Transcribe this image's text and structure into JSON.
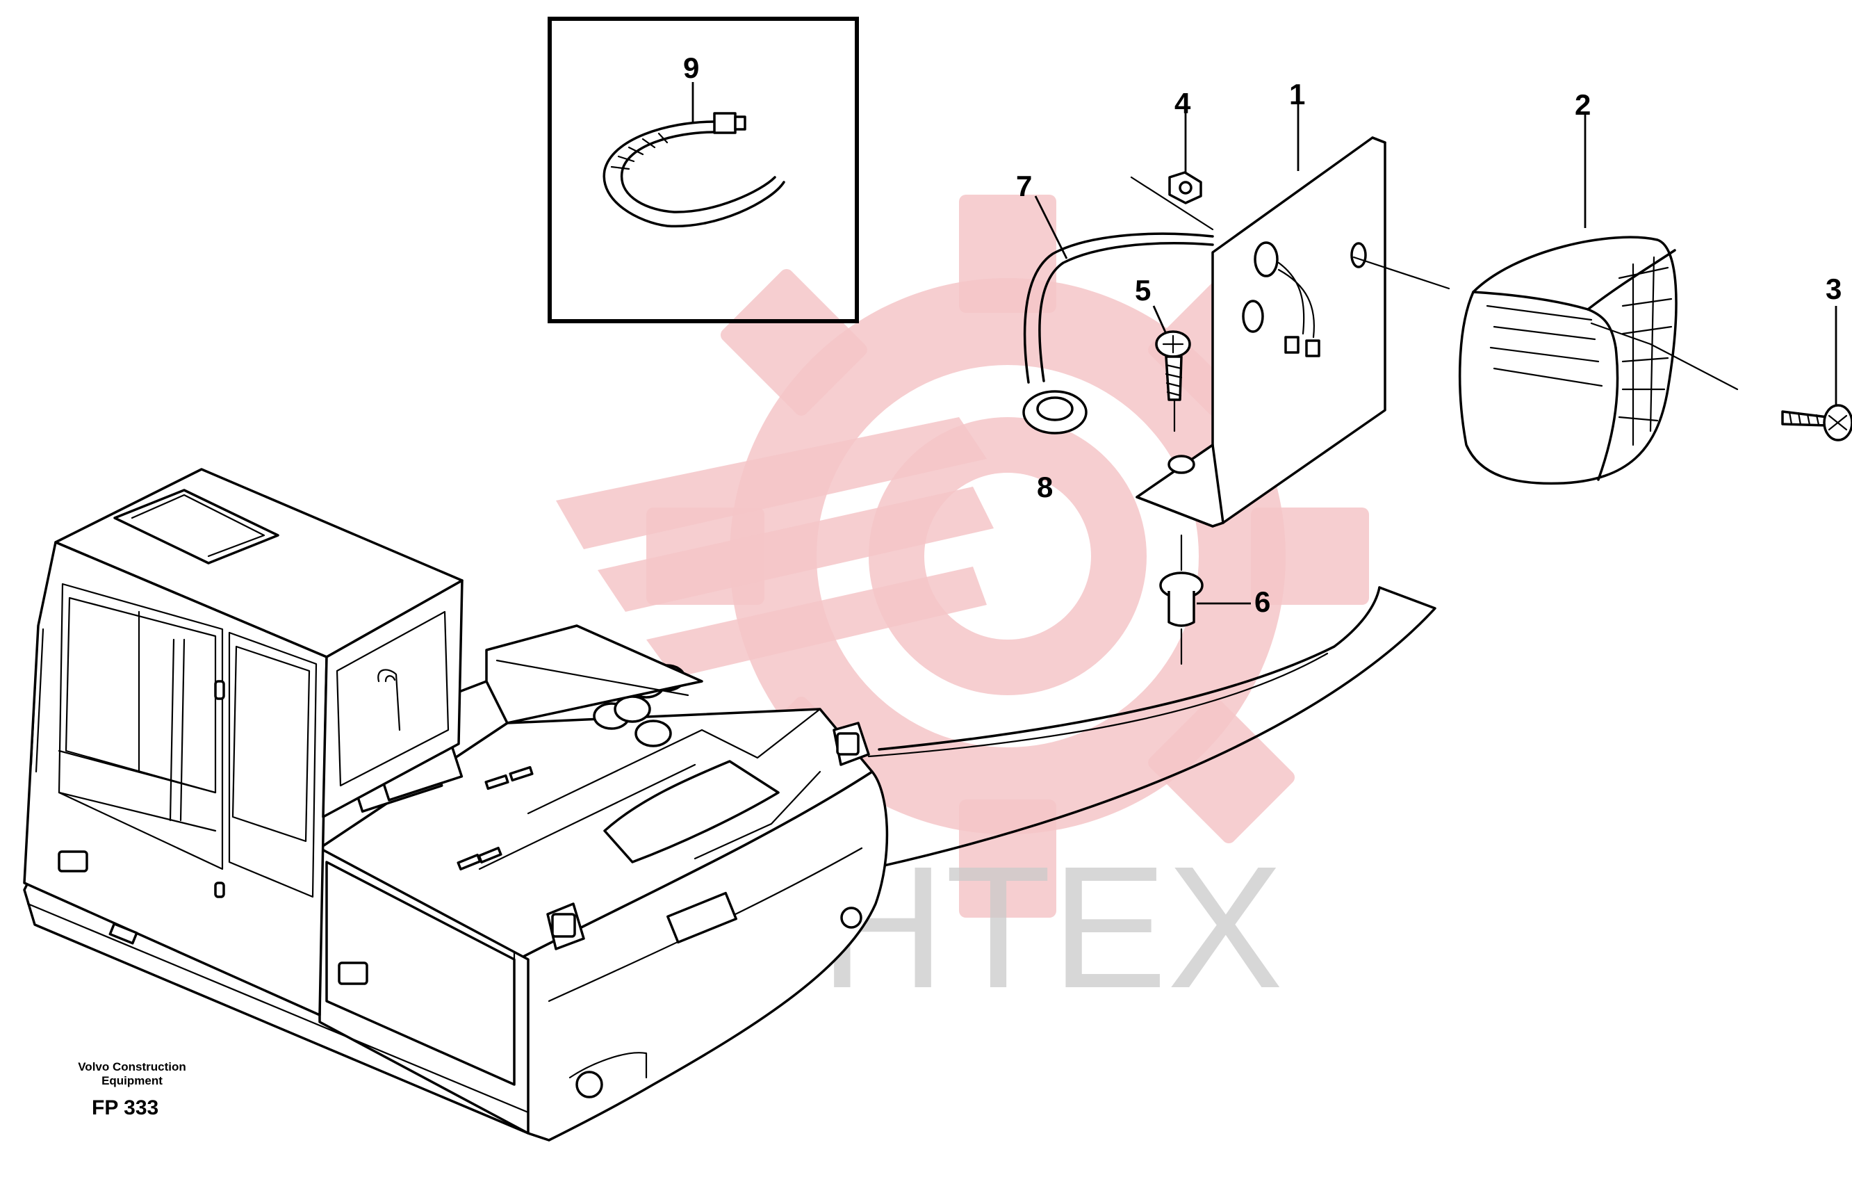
{
  "callouts": [
    {
      "id": "1",
      "label": "1"
    },
    {
      "id": "2",
      "label": "2"
    },
    {
      "id": "3",
      "label": "3"
    },
    {
      "id": "4",
      "label": "4"
    },
    {
      "id": "5",
      "label": "5"
    },
    {
      "id": "6",
      "label": "6"
    },
    {
      "id": "7",
      "label": "7"
    },
    {
      "id": "8",
      "label": "8"
    },
    {
      "id": "9",
      "label": "9"
    }
  ],
  "watermark": {
    "text": "ИНТЕХ",
    "color": "#f4c6c8"
  },
  "footer": {
    "brand_line1": "Volvo Construction",
    "brand_line2": "Equipment",
    "code": "FP 333"
  }
}
